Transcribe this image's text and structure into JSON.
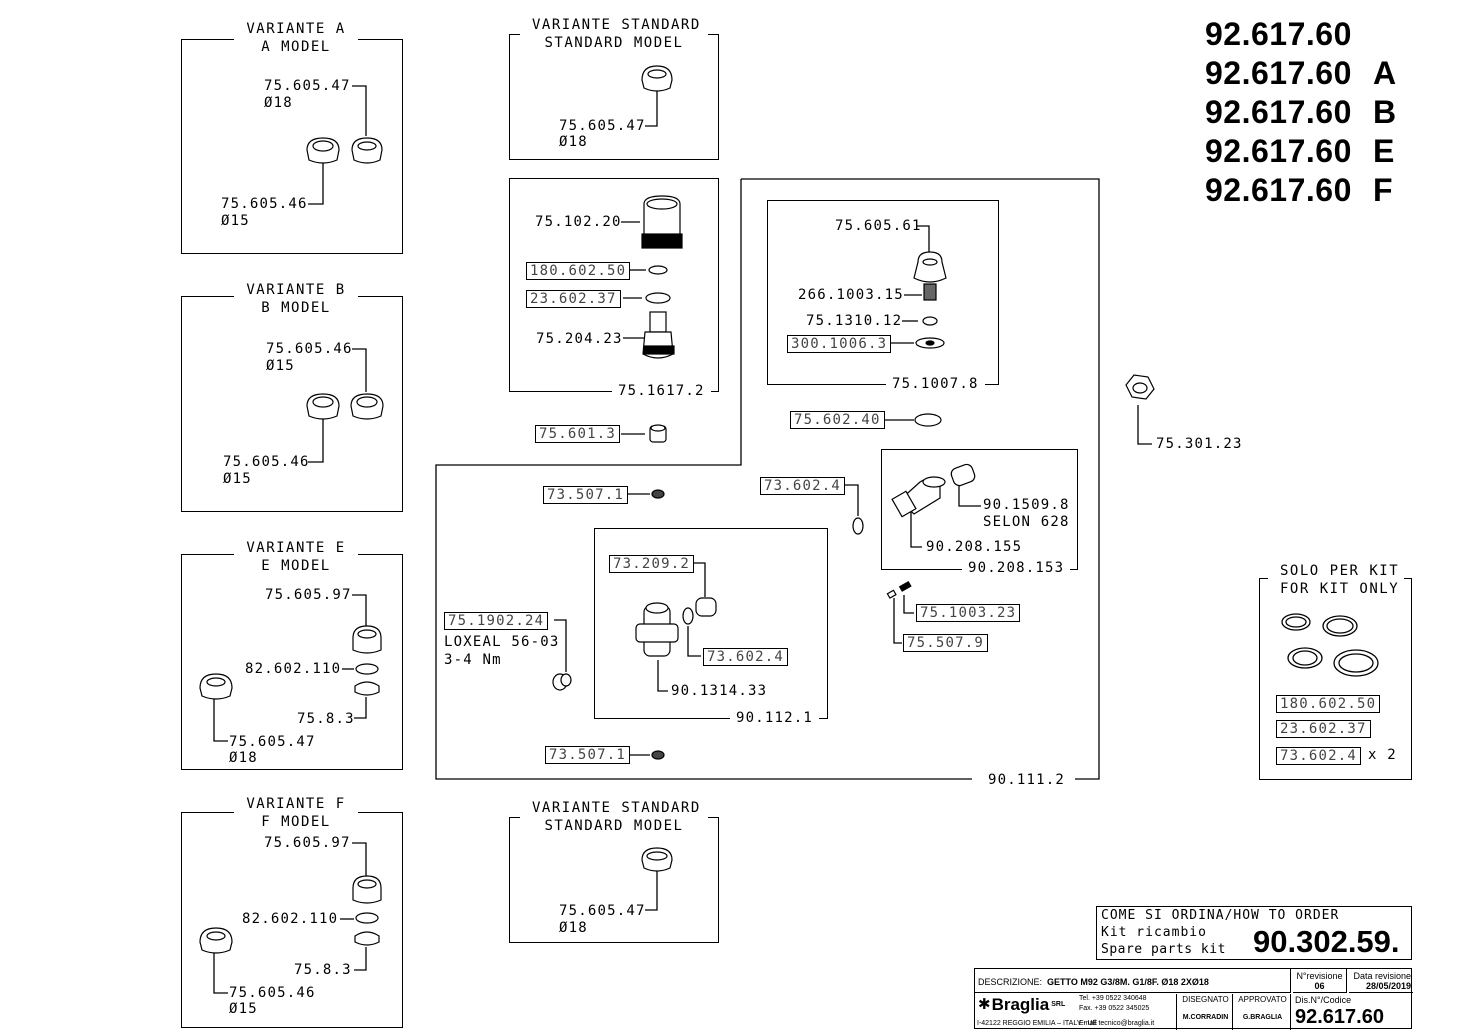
{
  "codes": {
    "base": "92.617.60",
    "variants": [
      "",
      "A",
      "B",
      "E",
      "F"
    ]
  },
  "variant_a": {
    "title": "VARIANTE A",
    "subtitle": "A MODEL",
    "part_top": "75.605.47",
    "dia_top": "Ø18",
    "part_bottom": "75.605.46",
    "dia_bottom": "Ø15"
  },
  "variant_b": {
    "title": "VARIANTE B",
    "subtitle": "B MODEL",
    "part_top": "75.605.46",
    "dia_top": "Ø15",
    "part_bottom": "75.605.46",
    "dia_bottom": "Ø15"
  },
  "variant_e": {
    "title": "VARIANTE E",
    "subtitle": "E MODEL",
    "part_nut": "75.605.97",
    "part_ring": "82.602.110",
    "part_olive": "75.8.3",
    "part_left": "75.605.47",
    "dia_left": "Ø18"
  },
  "variant_f": {
    "title": "VARIANTE F",
    "subtitle": "F MODEL",
    "part_nut": "75.605.97",
    "part_ring": "82.602.110",
    "part_olive": "75.8.3",
    "part_left": "75.605.46",
    "dia_left": "Ø15"
  },
  "standard_top": {
    "title": "VARIANTE STANDARD",
    "subtitle": "STANDARD MODEL",
    "part": "75.605.47",
    "dia": "Ø18"
  },
  "standard_bottom": {
    "title": "VARIANTE STANDARD",
    "subtitle": "STANDARD MODEL",
    "part": "75.605.47",
    "dia": "Ø18"
  },
  "group_1617": {
    "code": "75.1617.2",
    "parts": [
      "75.102.20",
      "180.602.50",
      "23.602.37",
      "75.204.23"
    ]
  },
  "part_601": "75.601.3",
  "group_1007": {
    "code": "75.1007.8",
    "parts": [
      "75.605.61",
      "266.1003.15",
      "75.1310.12",
      "300.1006.3"
    ]
  },
  "part_602_40": "75.602.40",
  "part_301": "75.301.23",
  "group_208": {
    "code": "90.208.153",
    "part_body": "90.208.155",
    "part_cap": "90.1509.8",
    "cap_note": "SELON 628"
  },
  "part_73_602_outer": "73.602.4",
  "part_1003_23": "75.1003.23",
  "part_507_9": "75.507.9",
  "group_111": {
    "code": "90.111.2",
    "part_507_top": "73.507.1",
    "part_507_bottom": "73.507.1",
    "part_1902": "75.1902.24",
    "note_1": "LOXEAL 56-03",
    "note_2": "3-4 Nm"
  },
  "group_112": {
    "code": "90.112.1",
    "part_209": "73.209.2",
    "part_602": "73.602.4",
    "part_1314": "90.1314.33"
  },
  "kit_only": {
    "title": "SOLO PER KIT",
    "subtitle": "FOR KIT ONLY",
    "parts": [
      "180.602.50",
      "23.602.37",
      "73.602.4"
    ],
    "qty_note": "x 2"
  },
  "order": {
    "heading": "COME SI ORDINA/HOW TO ORDER",
    "line1": "Kit ricambio",
    "line2": "Spare parts kit",
    "kit_code": "90.302.59."
  },
  "title_block": {
    "description_label": "DESCRIZIONE:",
    "description": "GETTO M92 G3/8M. G1/8F. Ø18 2XØ18",
    "revision_label": "N°revisione",
    "revision": "06",
    "date_label": "Data revisione",
    "date": "28/05/2019",
    "brand": "Braglia",
    "brand_suffix": "SRL",
    "address": "I-42122 REGGIO EMILIA – ITALY - UE",
    "tel": "Tel. +39 0522 340648",
    "fax": "Fax. +39 0522 345025",
    "email": "Email tecnico@braglia.it",
    "drawn_label": "DISEGNATO",
    "drawn_by": "M.CORRADIN",
    "approved_label": "APPROVATO",
    "approved_by": "G.BRAGLIA",
    "code_label": "Dis.N°/Codice",
    "code": "92.617.60"
  }
}
